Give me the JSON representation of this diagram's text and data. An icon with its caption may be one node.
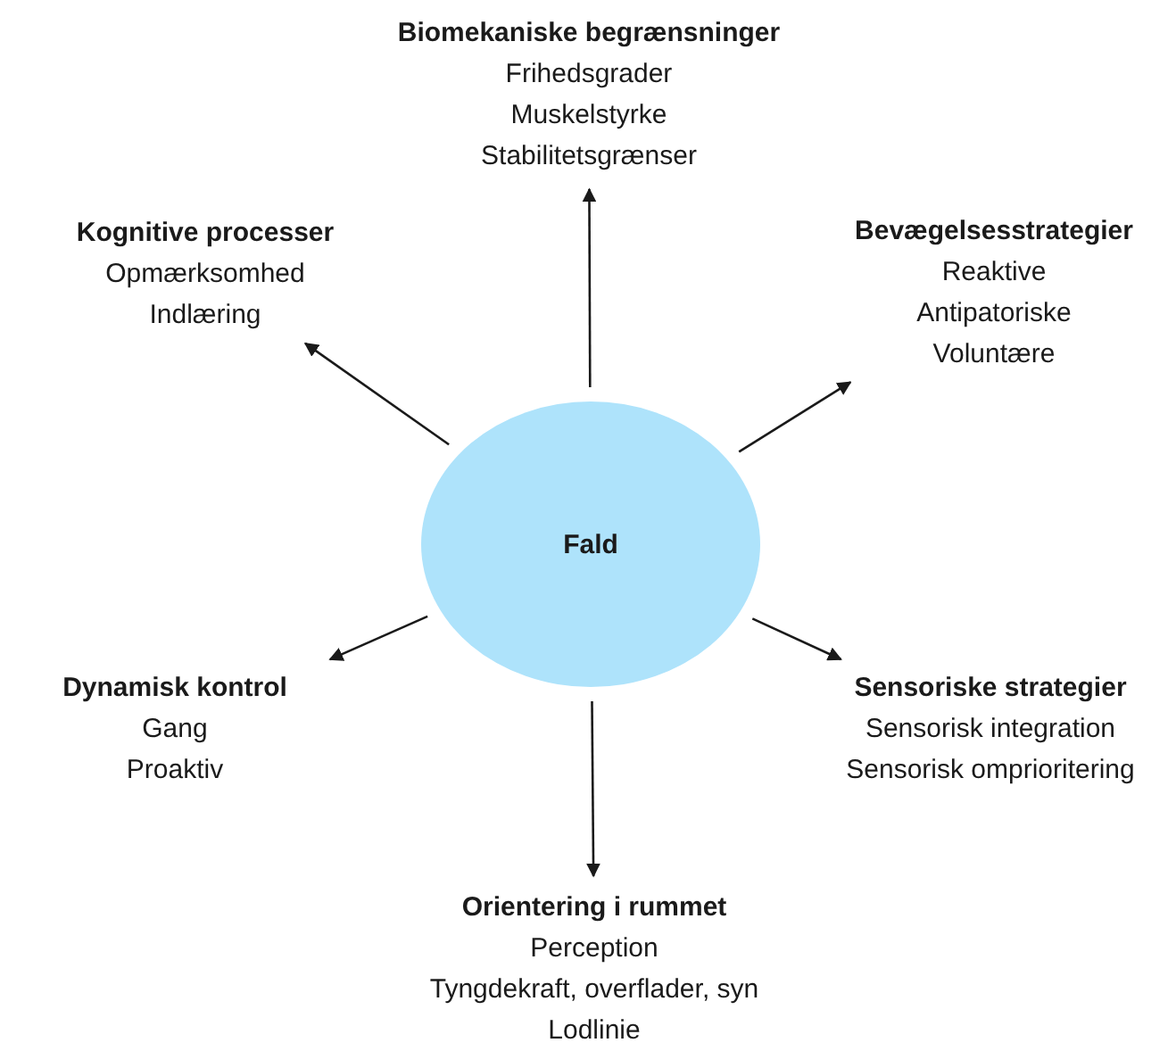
{
  "diagram": {
    "nodes": [
      {
        "text": [
          "Fald"
        ]
      },
      {
        "text": [
          "Biomekaniske begrænsninger",
          "Frihedsgrader",
          "Muskelstyrke",
          "Stabilitetsgrænser"
        ]
      },
      {
        "text": [
          "Bevægelsesstrategier",
          "Reaktive",
          "Antipatoriske",
          "Voluntære"
        ]
      },
      {
        "text": [
          "Sensoriske strategier",
          "Sensorisk integration",
          "Sensorisk omprioritering"
        ]
      },
      {
        "text": [
          "Orientering i rummet",
          "Perception",
          "Tyngdekraft, overflader, syn",
          "Lodlinie"
        ]
      },
      {
        "text": [
          "Dynamisk kontrol",
          "Gang",
          "Proaktiv"
        ]
      },
      {
        "text": [
          "Kognitive processer",
          "Opmærksomhed",
          "Indlæring"
        ]
      }
    ],
    "edges": [
      {
        "from": 0,
        "to": 1,
        "arrow": "to"
      },
      {
        "from": 0,
        "to": 2,
        "arrow": "to"
      },
      {
        "from": 0,
        "to": 3,
        "arrow": "to"
      },
      {
        "from": 0,
        "to": 4,
        "arrow": "to"
      },
      {
        "from": 0,
        "to": 5,
        "arrow": "to"
      },
      {
        "from": 0,
        "to": 6,
        "arrow": "to"
      }
    ]
  }
}
